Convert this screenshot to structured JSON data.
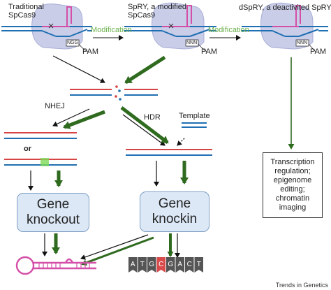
{
  "labels": {
    "traditional": "Traditional\nSpCas9",
    "spry": "SpRY, a modified\nSpCas9",
    "dspry": "dSpRY, a deactivited  SpRY",
    "modification1": "Modification",
    "modification2": "Modification",
    "pam1": "PAM",
    "pam2": "PAM",
    "pam3": "PAM",
    "ngg": "NGG",
    "nnn2": "NNN",
    "nnn3": "NNN",
    "nhej": "NHEJ",
    "or": "or",
    "hdr": "HDR",
    "template": "Template"
  },
  "boxes": {
    "knockout": "Gene\nknockout",
    "knockin": "Gene\nknockin",
    "transcription": "Transcription\nregulation;\nepigenome\nediting;\nchromatin\nimaging"
  },
  "sequence": [
    "A",
    "T",
    "G",
    "C",
    "G",
    "A",
    "C",
    "T"
  ],
  "credit": "Trends in Genetics",
  "colors": {
    "arrow_green": "#2f6b1f",
    "label_green": "#6ab04c",
    "protein": "#c9cde8",
    "dna_blue": "#1f6fb2",
    "dna_red": "#d64545",
    "rna_pink": "#d44fa8",
    "box_fill": "#dce8f6",
    "highlight_base": "#d94b4b"
  }
}
